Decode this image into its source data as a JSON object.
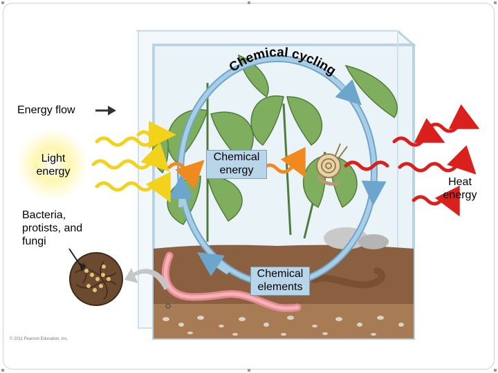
{
  "labels": {
    "chemical_cycling": "Chemical cycling",
    "energy_flow": "Energy flow",
    "light_energy": "Light energy",
    "chemical_energy": "Chemical energy",
    "heat_energy": "Heat energy",
    "decomposers": "Bacteria, protists, and fungi",
    "chemical_elements": "Chemical elements",
    "copyright": "© 2011 Pearson Education, Inc."
  },
  "colors": {
    "light_arrow": "#f2d21a",
    "chemical_arrow": "#f08a1e",
    "heat_arrow": "#d9201c",
    "cycle_arrow": "#a9cde4",
    "tank_glass": "#d6e8f2",
    "soil": "#8a6040",
    "leaf": "#7fae5e"
  },
  "icons": {
    "energy_flow_arrow": "arrow-right-icon",
    "cycle": "circular-arrow-icon",
    "decomposer_view": "magnified-circle-icon"
  }
}
